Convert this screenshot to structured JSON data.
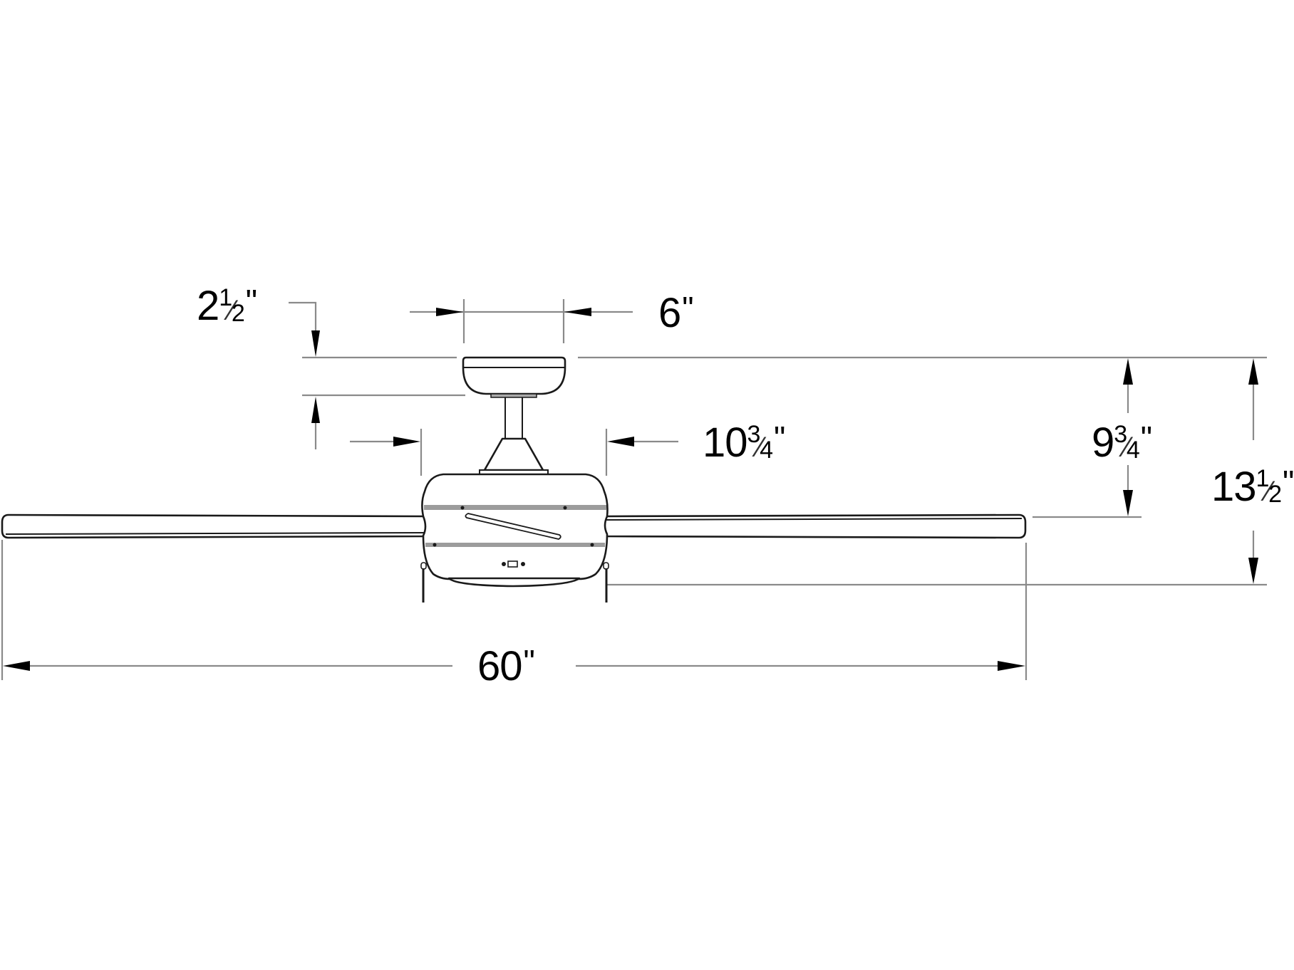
{
  "diagram": {
    "subject": "Ceiling fan dimension drawing",
    "colors": {
      "line": "#8a8a8a",
      "outline": "#1a1a1a",
      "band": "#9c9c9c",
      "text": "#000000",
      "background": "#ffffff"
    },
    "dimensions": {
      "canopy_height": {
        "whole": "2",
        "num": "1",
        "den": "2",
        "unit": "\"",
        "text": "2½\""
      },
      "canopy_width": {
        "whole": "6",
        "num": "",
        "den": "",
        "unit": "\"",
        "text": "6\""
      },
      "motor_width": {
        "whole": "10",
        "num": "3",
        "den": "4",
        "unit": "\"",
        "text": "10¾\""
      },
      "ceiling_to_blade": {
        "whole": "9",
        "num": "3",
        "den": "4",
        "unit": "\"",
        "text": "9¾\""
      },
      "overall_height": {
        "whole": "13",
        "num": "1",
        "den": "2",
        "unit": "\"",
        "text": "13½\""
      },
      "blade_span": {
        "whole": "60",
        "num": "",
        "den": "",
        "unit": "\"",
        "text": "60\""
      }
    }
  }
}
